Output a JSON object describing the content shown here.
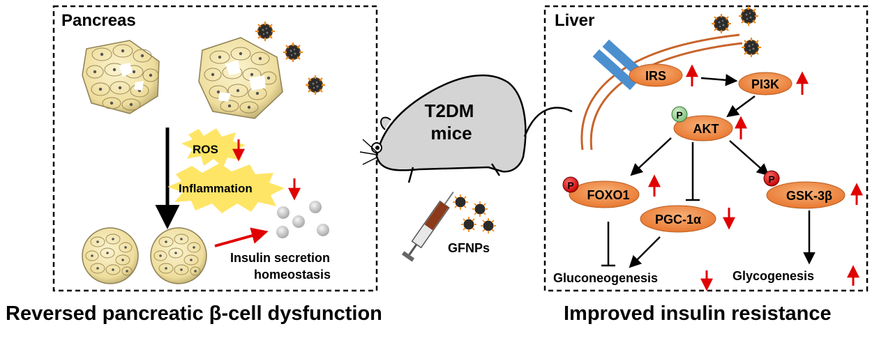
{
  "pancreas": {
    "title": "Pancreas",
    "ros_label": "ROS",
    "inflammation_label": "Inflammation",
    "outcome_line1": "Insulin secretion",
    "outcome_line2": "homeostasis",
    "caption": "Reversed pancreatic β-cell dysfunction"
  },
  "mouse": {
    "line1": "T2DM",
    "line2": "mice",
    "treatment_label": "GFNPs"
  },
  "liver": {
    "title": "Liver",
    "nodes": {
      "irs": "IRS",
      "pi3k": "PI3K",
      "akt": "AKT",
      "foxo1": "FOXO1",
      "pgc1a": "PGC-1α",
      "gsk3b": "GSK-3β"
    },
    "phospho_label": "P",
    "gluconeogenesis": "Gluconeogenesis",
    "glycogenesis": "Glycogenesis",
    "caption": "Improved insulin resistance"
  },
  "colors": {
    "node_fill": "#f08a45",
    "up_arrow": "#e00000",
    "down_arrow": "#e00000",
    "cell_fill": "#f3e7b0",
    "membrane": "#c8642a",
    "receptor": "#4b8fcf",
    "mouse_fill": "#d4d4d4",
    "burst": "#ffe566"
  },
  "icons": [
    "nanoparticle-icon",
    "syringe-icon",
    "islet-icon",
    "up-arrow-icon",
    "down-arrow-icon",
    "inhibition-icon",
    "phosphate-icon"
  ]
}
